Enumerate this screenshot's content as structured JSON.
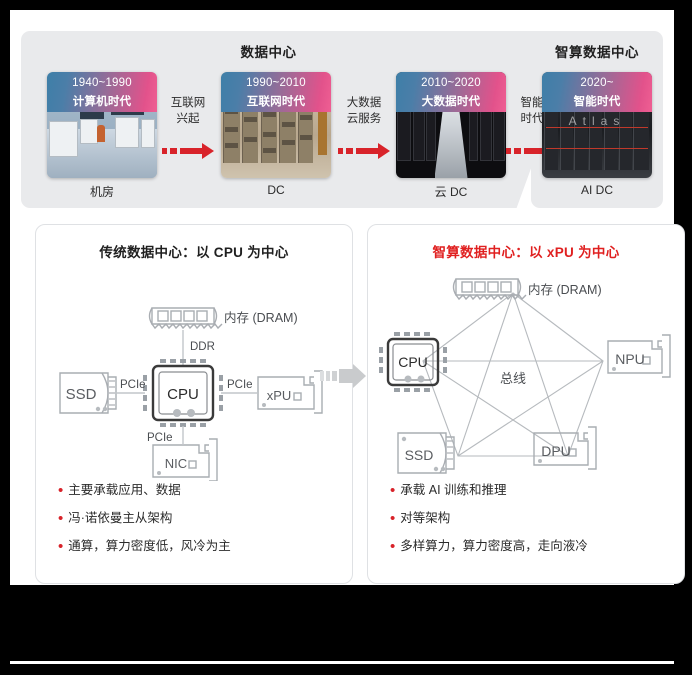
{
  "timeline": {
    "left_band_title": "数据中心",
    "right_band_title": "智算数据中心",
    "eras": [
      {
        "period": "1940~1990",
        "era": "计算机时代",
        "label": "机房",
        "photo": "mainframe-room-photo"
      },
      {
        "period": "1990~2010",
        "era": "互联网时代",
        "label": "DC",
        "photo": "beige-server-racks-photo"
      },
      {
        "period": "2010~2020",
        "era": "大数据时代",
        "label": "云 DC",
        "photo": "dark-datacenter-corridor-photo"
      },
      {
        "period": "2020~",
        "era": "智能时代",
        "label": "AI DC",
        "photo": "atlas-ai-racks-photo"
      }
    ],
    "transitions": [
      {
        "line1": "互联网",
        "line2": "兴起"
      },
      {
        "line1": "大数据",
        "line2": "云服务"
      },
      {
        "line1": "智能",
        "line2": "时代"
      }
    ]
  },
  "left_panel": {
    "title": "传统数据中心：以 CPU 为中心",
    "diagram": {
      "center": "CPU",
      "dram_label": "内存 (DRAM)",
      "nodes": {
        "ssd": "SSD",
        "xpu": "xPU",
        "nic": "NIC"
      },
      "links": {
        "dram": "DDR",
        "ssd": "PCIe",
        "xpu": "PCIe",
        "nic": "PCIe"
      }
    },
    "bullets": [
      "主要承载应用、数据",
      "冯·诺依曼主从架构",
      "通算，算力密度低，风冷为主"
    ]
  },
  "right_panel": {
    "title": "智算数据中心：以 xPU 为中心",
    "diagram": {
      "bus_label": "总线",
      "dram_label": "内存 (DRAM)",
      "nodes": {
        "cpu": "CPU",
        "npu": "NPU",
        "ssd": "SSD",
        "dpu": "DPU"
      }
    },
    "bullets": [
      "承载 AI 训练和推理",
      "对等架构",
      "多样算力，算力密度高，走向液冷"
    ]
  },
  "colors": {
    "accent_red": "#d8232a",
    "title_red": "#e02020",
    "band_gray": "#e9eaec",
    "gradient_blue": "#3e7fa8",
    "gradient_pink": "#e2528b",
    "outline_gray": "#9aa0a6"
  }
}
